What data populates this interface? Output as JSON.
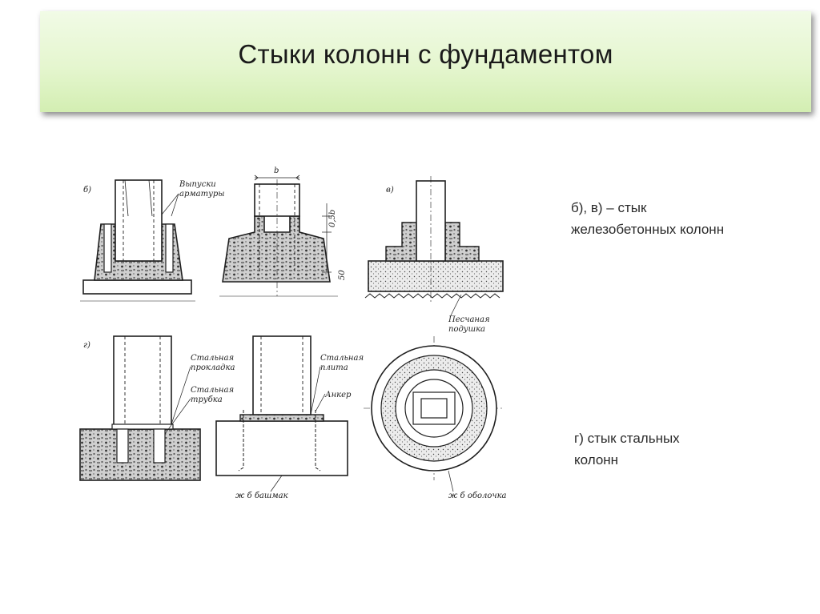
{
  "slide": {
    "title": "Стыки колонн с фундаментом"
  },
  "drawing_labels": {
    "b": "б)",
    "v": "в)",
    "g": "г)",
    "vypuski_1": "Выпуски",
    "vypuski_2": "арматуры",
    "dim_b": "b",
    "dim_05b": "0,5b",
    "dim_50": "50",
    "pesch_1": "Песчаная",
    "pesch_2": "подушка",
    "prokl_1": "Стальная",
    "prokl_2": "прокладка",
    "trubka_1": "Стальная",
    "trubka_2": "трубка",
    "plita_1": "Стальная",
    "plita_2": "плита",
    "anker": "Анкер",
    "bashmak": "ж б башмак",
    "obolochka": "ж б оболочка"
  },
  "captions": {
    "rc_line1": "б), в) – стык",
    "rc_line2": "железобетонных колонн",
    "steel_line1": "г) стык стальных",
    "steel_line2": "колонн"
  },
  "colors": {
    "title_bg": "#e5f6cf",
    "ink": "#1f1f1f",
    "concrete": "#bdbdbd"
  }
}
